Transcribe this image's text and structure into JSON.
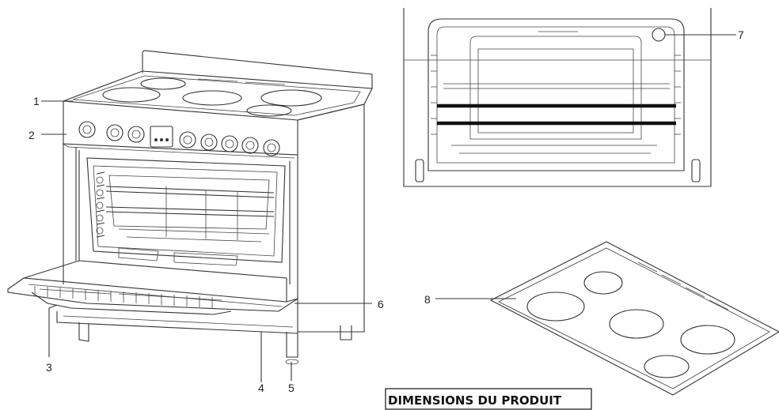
{
  "callouts": {
    "c1": "1",
    "c2": "2",
    "c3": "3",
    "c4": "4",
    "c5": "5",
    "c6": "6",
    "c7": "7",
    "c8": "8"
  },
  "section_title": "DIMENSIONS DU PRODUIT",
  "colors": {
    "line": "#333333",
    "background": "#ffffff"
  }
}
